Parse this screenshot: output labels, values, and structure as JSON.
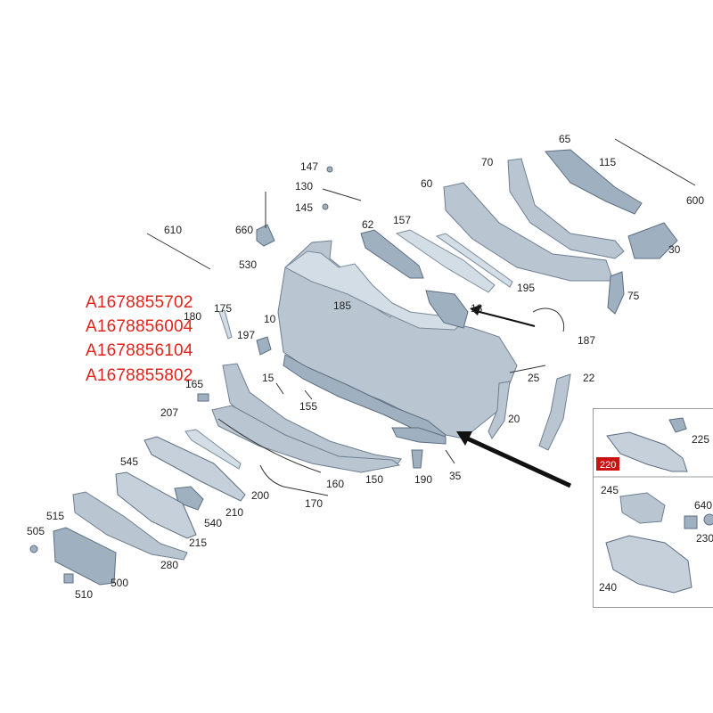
{
  "part_numbers": [
    "A1678855702",
    "A1678856004",
    "A1678856104",
    "A1678855802"
  ],
  "labels": {
    "l65": "65",
    "l70": "70",
    "l115": "115",
    "l600": "600",
    "l60": "60",
    "l147": "147",
    "l130": "130",
    "l145": "145",
    "l62": "62",
    "l157": "157",
    "l660": "660",
    "l610": "610",
    "l530": "530",
    "l30": "30",
    "l75": "75",
    "l195": "195",
    "l175": "175",
    "l180": "180",
    "l10": "10",
    "l185": "185",
    "l18": "18",
    "l187": "187",
    "l197": "197",
    "l165": "165",
    "l15": "15",
    "l155": "155",
    "l25": "25",
    "l22": "22",
    "l20": "20",
    "l207": "207",
    "l545": "545",
    "l200": "200",
    "l160": "160",
    "l150": "150",
    "l190": "190",
    "l35": "35",
    "l170": "170",
    "l210": "210",
    "l540": "540",
    "l515": "515",
    "l505": "505",
    "l215": "215",
    "l280": "280",
    "l500": "500",
    "l510": "510"
  },
  "inset": {
    "l220": "220",
    "l225": "225",
    "l245": "245",
    "l640": "640",
    "l230": "230",
    "l240": "240"
  },
  "colors": {
    "callout": "#e0241b",
    "part": "#b9c6d2",
    "badge": "#cc1111"
  }
}
